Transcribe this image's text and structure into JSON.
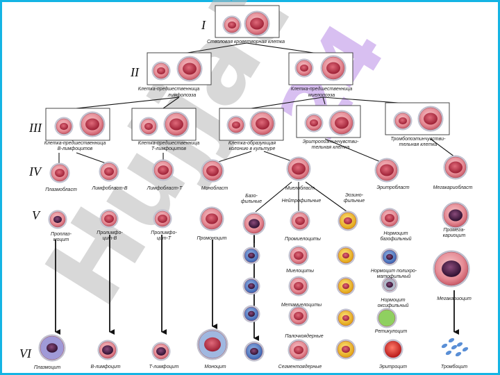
{
  "watermark": "Hujjat",
  "watermark_2": "24",
  "levels": [
    "I",
    "II",
    "III",
    "IV",
    "V",
    "VI"
  ],
  "labels": {
    "stem": "Стволовая кроветворная клетка",
    "lymph_prec": [
      "Клетка-предшественница",
      "лимфопоэза"
    ],
    "myelo_prec": [
      "Клетка-предшественница",
      "миелопоэза"
    ],
    "b_prec": [
      "Клетка-предшественница",
      "В-лимфоцитов"
    ],
    "t_prec": [
      "Клетка-предшественница",
      "Т-лимфоцитов"
    ],
    "cfu_culture": [
      "Клетка-образующая",
      "колонию в культуре"
    ],
    "erythro_sens": [
      "Эритропоэтинчувстви-",
      "тельная клетка"
    ],
    "thrombo_sens": [
      "Тромбопоэтинчувстви-",
      "тельная клетка"
    ],
    "plasmoblast": "Плазмобласт",
    "lymphoblast_b": "Лимфобласт-В",
    "lymphoblast_t": "Лимфобласт-Т",
    "monoblast": "Монобласт",
    "baso": [
      "Базо-",
      "фильные"
    ],
    "myeloblast": "Миелобласт",
    "neutro": "Нейтрофильные",
    "eosino": [
      "Эозино-",
      "фильные"
    ],
    "erythroblast": "Эритробласт",
    "megakaryoblast": "Мегакариобласт",
    "proplasmocyte": [
      "Проплаз-",
      "моцит"
    ],
    "prolympho_b": [
      "Пролимфо-",
      "цит-В"
    ],
    "prolympho_t": [
      "Пролимфо-",
      "цит-Т"
    ],
    "promonocyte": "Промоноцит",
    "promyelocytes": "Промиелоциты",
    "normocyte_baso": [
      "Нормоцит",
      "базофильный"
    ],
    "promegakaryocyte": [
      "Промега-",
      "кариоцит"
    ],
    "myelocytes": "Миелоциты",
    "normocyte_poly": [
      "Нормоцит полихро-",
      "матофильный"
    ],
    "metamyelocytes": "Метамиелоциты",
    "normocyte_oxy": [
      "Нормоцит",
      "оксифильный"
    ],
    "megakaryocyte": "Мегакариоцит",
    "band": "Палочкоядерные",
    "reticulocyte": "Ретикулоцит",
    "plasmocyte": "Плазмоцит",
    "b_lymphocyte": "В-лимфоцит",
    "t_lymphocyte": "Т-лимфоцит",
    "monocyte": "Моноцит",
    "segmented": "Сегментоядерные",
    "erythrocyte": "Эритроцит",
    "thrombocyte": "Тромбоцит"
  },
  "colors": {
    "frame": "#14b4e4",
    "cell_pink": "#e07080",
    "nucleus": "#b3263c",
    "dark_nucleus": "#4a1e4a",
    "eosino_granule": "#f2c230",
    "erythrocyte": "#d42a2a",
    "platelet": "#5a8fd6",
    "watermark_pink": "#b98be6"
  }
}
